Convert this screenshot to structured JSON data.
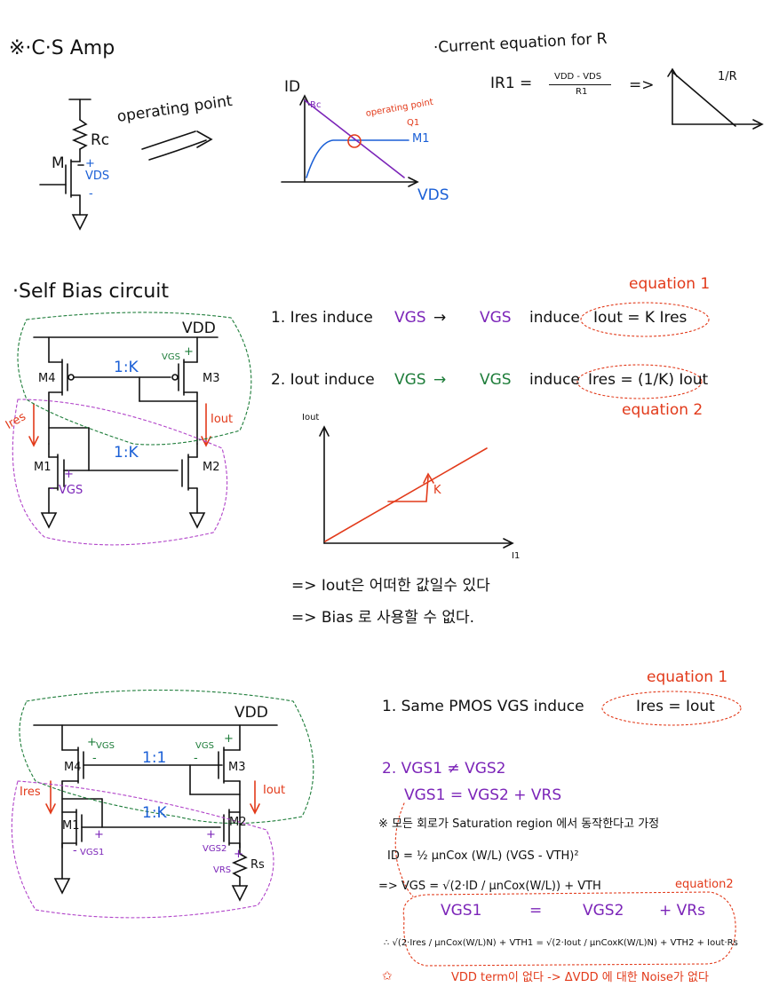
{
  "colors": {
    "ink": "#111111",
    "purple": "#7b24b8",
    "green": "#1e7d3a",
    "blue": "#1a5fd6",
    "red": "#e23a1a"
  },
  "section1": {
    "title": "※·C·S Amp",
    "resistor": "Rc",
    "transistor": "M",
    "vds": "VDS",
    "plus": "+",
    "minus": "-",
    "operating_point": "operating point",
    "graph": {
      "y_label": "ID",
      "x_label": "VDS",
      "rc_label": "Rc",
      "op_label": "operating point",
      "q_label": "Q1",
      "m_label": "M1"
    },
    "current_eq_title": "·Current equation for R",
    "current_eq_lhs": "IR1 =",
    "current_eq_num": "VDD - VDS",
    "current_eq_den": "R1",
    "arrow": "=>",
    "slope_label": "1/R"
  },
  "section2": {
    "title": "·Self Bias circuit",
    "vdd": "VDD",
    "ratio1": "1:K",
    "ratio2": "1:K",
    "m1": "M1",
    "m2": "M2",
    "m3": "M3",
    "m4": "M4",
    "ires": "Ires",
    "iout": "Iout",
    "vgs_top": "VGS",
    "vgs_bottom": "VGS",
    "plus": "+",
    "minus": "-",
    "eq1_label": "equation 1",
    "eq2_label": "equation 2",
    "line1": {
      "prefix": "1. Ires induce",
      "vgs1": "VGS",
      "arrow": "→",
      "vgs2": "VGS",
      "mid": "induce",
      "result": "Iout = K Ires"
    },
    "line2": {
      "prefix": "2. Iout induce",
      "vgs1": "VGS",
      "arrow": "→",
      "vgs2": "VGS",
      "mid": "induce",
      "result": "Ires = (1/K) Iout"
    },
    "graph": {
      "y_label": "Iout",
      "x_label": "I1",
      "slope": "K"
    },
    "note1": "=> Iout은 어떠한 값일수 있다",
    "note2": "=> Bias 로 사용할 수 없다."
  },
  "section3": {
    "vdd": "VDD",
    "ratio1": "1:1",
    "ratio2": "1:K",
    "m1": "M1",
    "m2": "M2",
    "m3": "M3",
    "m4": "M4",
    "ires": "Ires",
    "iout": "Iout",
    "vgs_tl": "VGS",
    "vgs_tr": "VGS",
    "vgs1": "VGS1",
    "vgs2": "VGS2",
    "vrs": "VRS",
    "rs": "Rs",
    "plus": "+",
    "minus": "-",
    "eq1_label": "equation 1",
    "eq2_label": "equation2",
    "line1": "1. Same PMOS VGS induce",
    "line1_box": "Ires = Iout",
    "line2a": "2. VGS1 ≠ VGS2",
    "line2b": "VGS1 = VGS2 + VRS",
    "assume": "※ 모든 회로가 Saturation region 에서 동작한다고 가정",
    "id_eq": "ID = ½ μnCox (W/L) (VGS - VTH)²",
    "vgs_eq": "=> VGS = √(2·ID / μnCox(W/L)) + VTH",
    "big_eq_top": {
      "a": "VGS1",
      "eq": "=",
      "b": "VGS2",
      "plus": "+ VRs"
    },
    "big_eq_bottom": "∴ √(2·Ires / μnCox(W/L)N) + VTH1 = √(2·Iout / μnCoxK(W/L)N) + VTH2 + Iout·Rs",
    "conclusion": "VDD term이 없다 -> ΔVDD 에 대한 Noise가 없다"
  }
}
